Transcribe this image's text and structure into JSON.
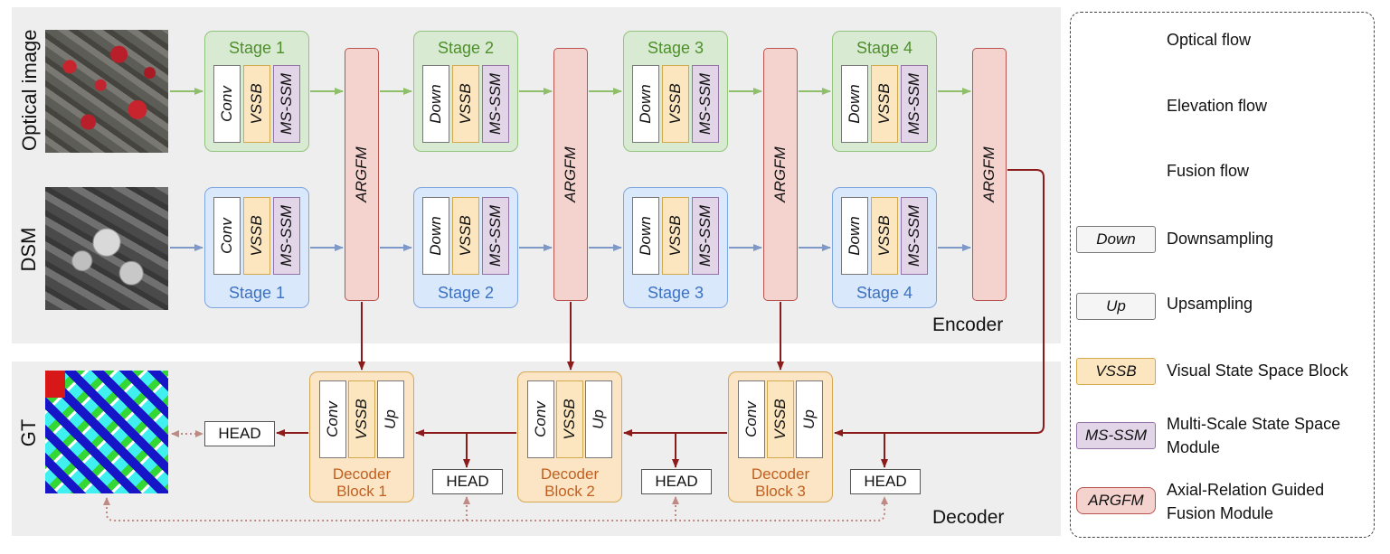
{
  "row_labels": {
    "optical": "Optical image",
    "dsm": "DSM",
    "gt": "GT"
  },
  "optical_stages": [
    {
      "title": "Stage 1",
      "blocks": [
        "Conv",
        "VSSB",
        "MS-SSM"
      ]
    },
    {
      "title": "Stage 2",
      "blocks": [
        "Down",
        "VSSB",
        "MS-SSM"
      ]
    },
    {
      "title": "Stage 3",
      "blocks": [
        "Down",
        "VSSB",
        "MS-SSM"
      ]
    },
    {
      "title": "Stage 4",
      "blocks": [
        "Down",
        "VSSB",
        "MS-SSM"
      ]
    }
  ],
  "dsm_stages": [
    {
      "title": "Stage 1",
      "blocks": [
        "Conv",
        "VSSB",
        "MS-SSM"
      ]
    },
    {
      "title": "Stage 2",
      "blocks": [
        "Down",
        "VSSB",
        "MS-SSM"
      ]
    },
    {
      "title": "Stage 3",
      "blocks": [
        "Down",
        "VSSB",
        "MS-SSM"
      ]
    },
    {
      "title": "Stage 4",
      "blocks": [
        "Down",
        "VSSB",
        "MS-SSM"
      ]
    }
  ],
  "fusion_label": "ARGFM",
  "decoder_blocks": [
    {
      "title_line1": "Decoder",
      "title_line2": "Block 1",
      "blocks": [
        "Conv",
        "VSSB",
        "Up"
      ]
    },
    {
      "title_line1": "Decoder",
      "title_line2": "Block 2",
      "blocks": [
        "Conv",
        "VSSB",
        "Up"
      ]
    },
    {
      "title_line1": "Decoder",
      "title_line2": "Block 3",
      "blocks": [
        "Conv",
        "VSSB",
        "Up"
      ]
    }
  ],
  "head_label": "HEAD",
  "section_labels": {
    "encoder": "Encoder",
    "decoder": "Decoder"
  },
  "legend": {
    "optical_flow": "Optical flow",
    "elevation_flow": "Elevation flow",
    "fusion_flow": "Fusion flow",
    "down_box": "Down",
    "down_text": "Downsampling",
    "up_box": "Up",
    "up_text": "Upsampling",
    "vssb_box": "VSSB",
    "vssb_text": "Visual State Space Block",
    "ms_box": "MS-SSM",
    "ms_text_1": "Multi-Scale State Space",
    "ms_text_2": "Module",
    "argfm_box": "ARGFM",
    "argfm_text_1": "Axial-Relation Guided",
    "argfm_text_2": "Fusion Module"
  },
  "colors": {
    "optical_flow": "#8fbf6a",
    "elevation_flow": "#7e98c8",
    "fusion_flow": "#8b1a1a",
    "head_link": "#c08a84"
  }
}
